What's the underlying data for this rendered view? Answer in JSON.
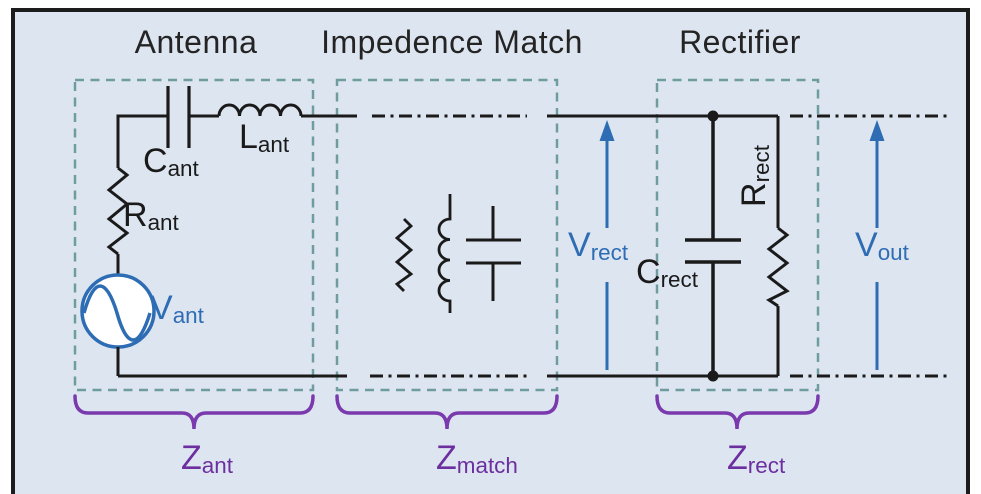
{
  "figure": {
    "blocks": [
      {
        "title": "Antenna",
        "impedance_main": "Z",
        "impedance_sub": "ant"
      },
      {
        "title": "Impedence Match",
        "impedance_main": "Z",
        "impedance_sub": "match"
      },
      {
        "title": "Rectifier",
        "impedance_main": "Z",
        "impedance_sub": "rect"
      }
    ],
    "components": {
      "c_ant": {
        "main": "C",
        "sub": "ant"
      },
      "l_ant": {
        "main": "L",
        "sub": "ant"
      },
      "r_ant": {
        "main": "R",
        "sub": "ant"
      },
      "v_ant": {
        "main": "V",
        "sub": "ant"
      },
      "v_rect": {
        "main": "V",
        "sub": "rect"
      },
      "c_rect": {
        "main": "C",
        "sub": "rect"
      },
      "r_rect": {
        "main": "R",
        "sub": "rect"
      },
      "v_out": {
        "main": "V",
        "sub": "out"
      }
    },
    "colors": {
      "background": "#dde5f0",
      "frame": "#1c1c1c",
      "box_dash": "#6f9d9d",
      "wire": "#1a1a1a",
      "accent_blue": "#2e6db4",
      "accent_purple": "#6c2f9f"
    }
  }
}
